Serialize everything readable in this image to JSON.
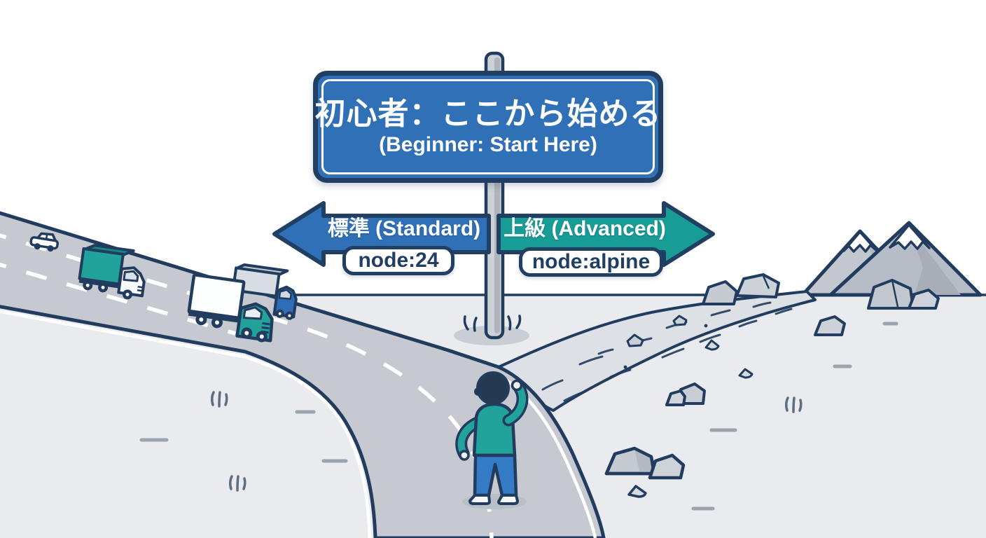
{
  "illustration": {
    "title_sign": {
      "jp": "初心者：ここから始める",
      "en": "(Beginner: Start Here)"
    },
    "left_arrow_sign": {
      "label": "標準 (Standard)",
      "tag": "node:24",
      "direction": "left"
    },
    "right_arrow_sign": {
      "label": "上級 (Advanced)",
      "tag": "node:alpine",
      "direction": "right"
    },
    "colors": {
      "sign_blue": "#2f70b6",
      "arrow_teal": "#189c96",
      "outline_navy": "#203f63",
      "road_gray": "#c6cad0",
      "ground_gray": "#e9ebee",
      "person_shirt_teal": "#21a39c",
      "person_pants_blue": "#357cc6"
    }
  }
}
